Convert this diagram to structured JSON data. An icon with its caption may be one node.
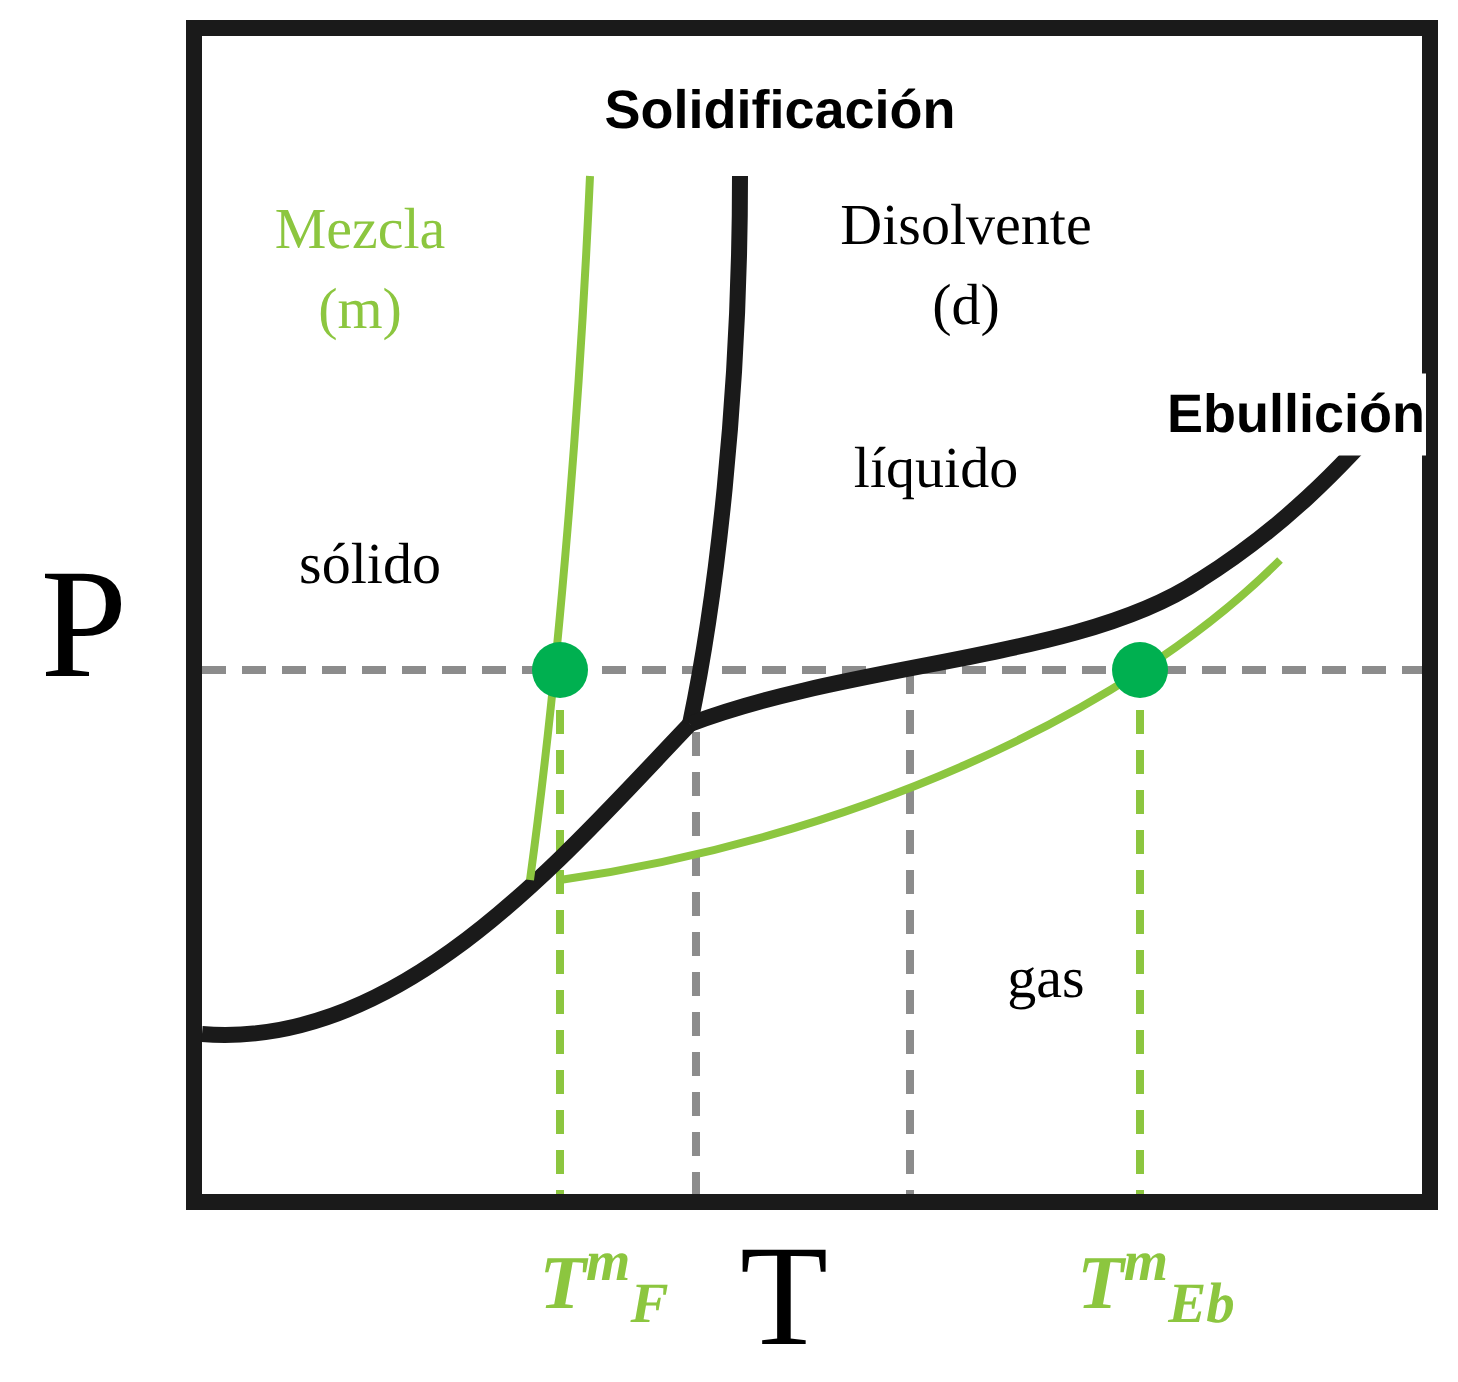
{
  "diagram": {
    "labels": [
      "Solidificación",
      "Mezcla (m)",
      "Disolvente (d)",
      "Ebullición",
      "líquido",
      "sólido",
      "P",
      "gas",
      "T$^{m}$$_{F}$",
      "T",
      "T$^{m}$$_{Eb}$"
    ]
  }
}
